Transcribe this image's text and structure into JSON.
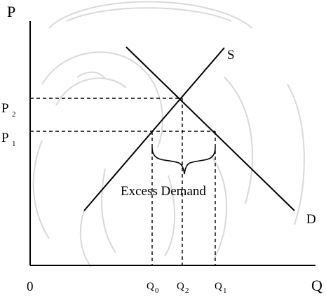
{
  "diagram": {
    "axes": {
      "y_label": "P",
      "x_label": "Q",
      "origin_label": "0"
    },
    "curves": [
      {
        "name": "S"
      },
      {
        "name": "D"
      }
    ],
    "price_levels": [
      {
        "label": "P",
        "sub": "2"
      },
      {
        "label": "P",
        "sub": "1"
      }
    ],
    "quantities": [
      {
        "label": "Q",
        "sub": "0"
      },
      {
        "label": "Q",
        "sub": "2"
      },
      {
        "label": "Q",
        "sub": "1"
      }
    ],
    "annotation": "Excess Demand",
    "watermark": "elephant seal (decorative)"
  },
  "colors": {
    "ink": "#000000",
    "background": "#ffffff",
    "watermark": "#d9d9d9"
  }
}
